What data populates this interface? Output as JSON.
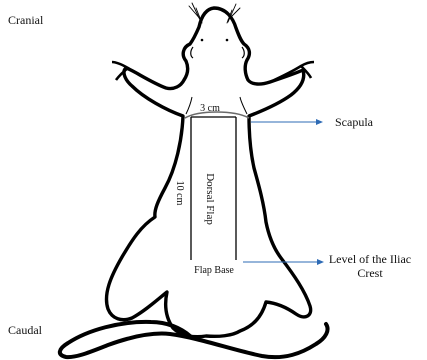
{
  "labels": {
    "cranial": "Cranial",
    "caudal": "Caudal",
    "width": "3 cm",
    "length": "10 cm",
    "flap": "Dorsal Flap",
    "flap_base": "Flap Base",
    "scapula": "Scapula",
    "iliac_line1": "Level of the Iliac",
    "iliac_line2": "Crest"
  },
  "colors": {
    "outline": "#000000",
    "arrow": "#2e6bb5",
    "text": "#111111"
  }
}
